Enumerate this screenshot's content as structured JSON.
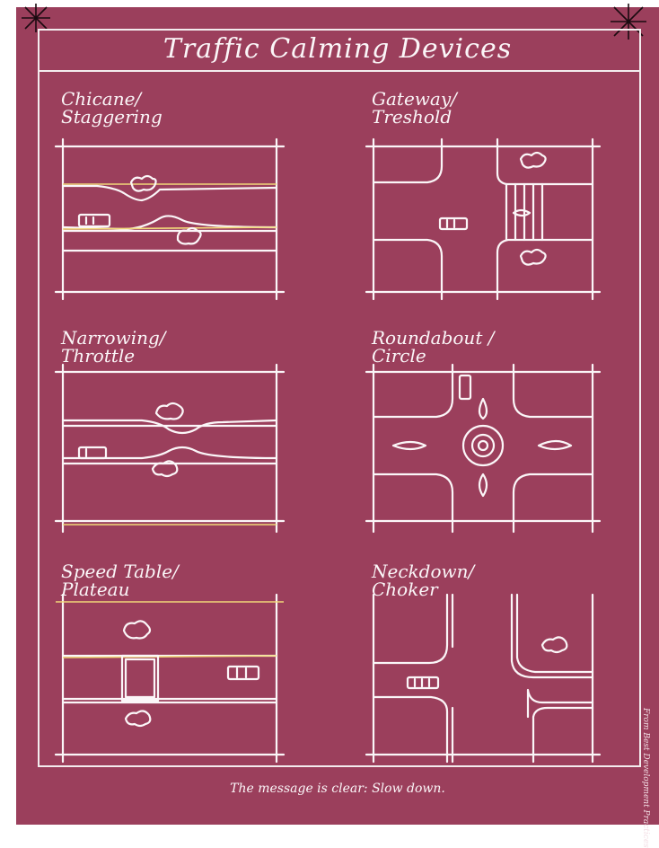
{
  "title": "Traffic Calming Devices",
  "panels": [
    {
      "id": "chicane",
      "label": "Chicane/\nStaggering"
    },
    {
      "id": "gateway",
      "label": "Gateway/\nTreshold"
    },
    {
      "id": "narrowing",
      "label": "Narrowing/\nThrottle"
    },
    {
      "id": "roundabout",
      "label": "Roundabout /\nCircle"
    },
    {
      "id": "speed-table",
      "label": "Speed Table/\nPlateau"
    },
    {
      "id": "neckdown",
      "label": "Neckdown/\nChoker"
    }
  ],
  "caption": "The message is clear: Slow down.",
  "credit": "From Best Development Practices",
  "colors": {
    "board": "#9b3f5c",
    "chalk": "#fbf6f8",
    "accent_line": "#f2d97a"
  }
}
